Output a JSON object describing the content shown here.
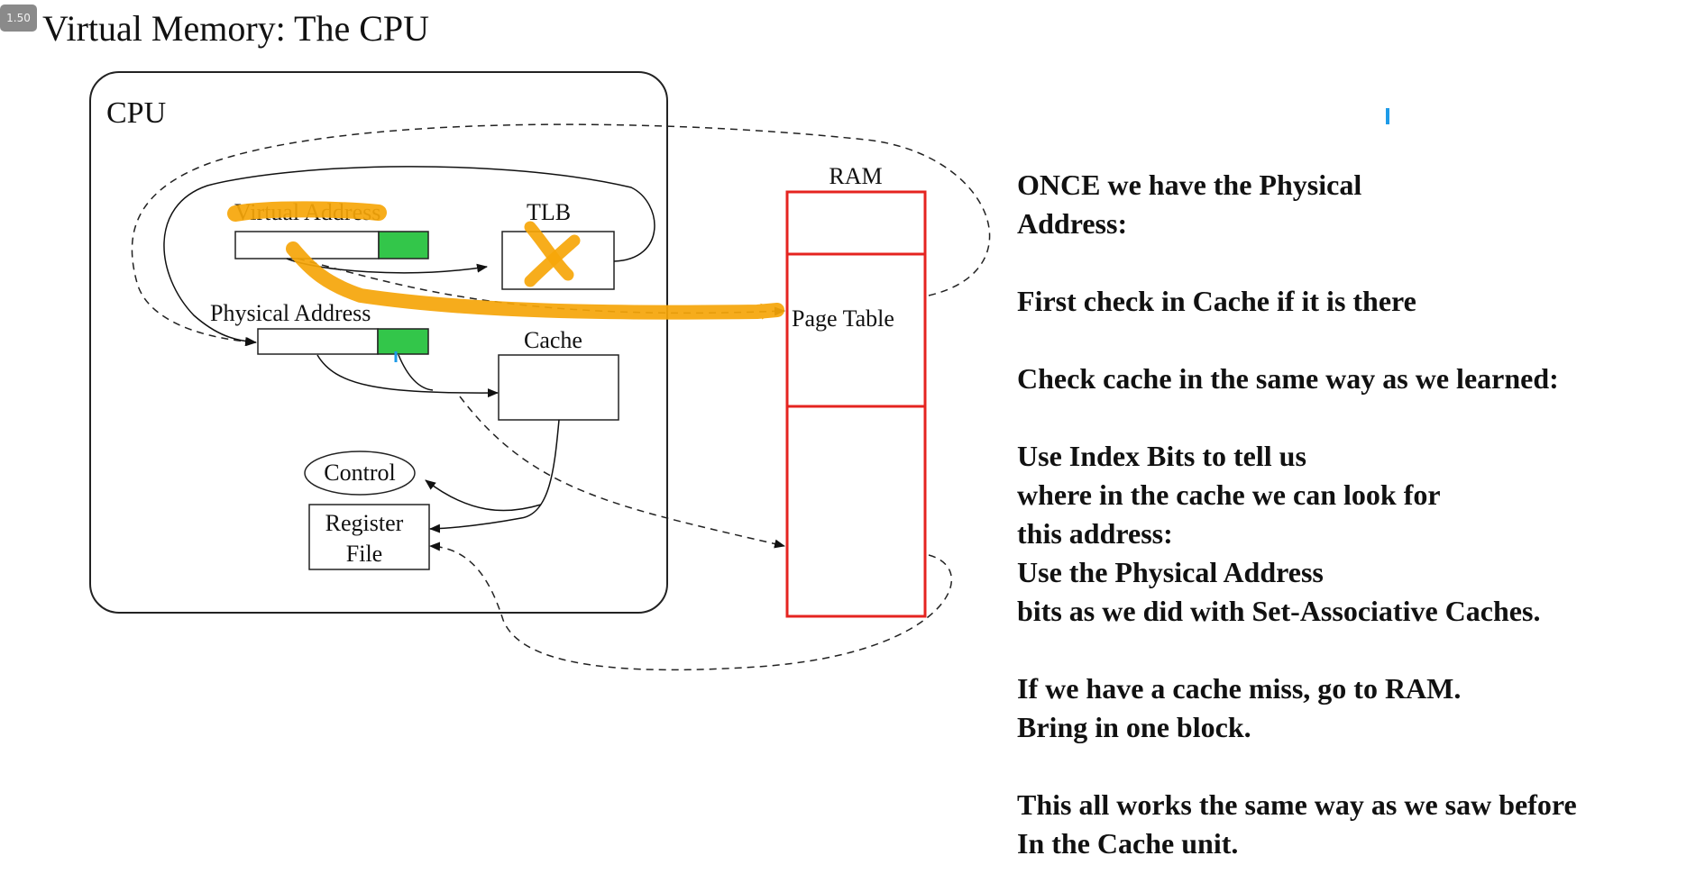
{
  "player": {
    "speed": "1.50"
  },
  "title": "Virtual Memory: The CPU",
  "diagram": {
    "cpu_label": "CPU",
    "virtual_address_label": "Virtual Address",
    "tlb_label": "TLB",
    "physical_address_label": "Physical Address",
    "cache_label": "Cache",
    "control_label": "Control",
    "register_file_line1": "Register",
    "register_file_line2": "File",
    "ram_label": "RAM",
    "page_table_label": "Page Table"
  },
  "notes": {
    "p1_line1": "ONCE we have the Physical",
    "p1_line2": "Address:",
    "p2": "First check in Cache if it is there",
    "p3": "Check cache in the same way as we learned:",
    "p4_line1": "Use Index Bits to tell us",
    "p4_line2": "where in the cache we can look for",
    "p4_line3": "this address:",
    "p4_line4": "Use the Physical Address",
    "p4_line5": "bits as we did with Set-Associative Caches.",
    "p5_line1": "If we have a cache miss, go to RAM.",
    "p5_line2": "Bring in one block.",
    "p6_line1": "This all works the same way as we saw before",
    "p6_line2": "In the Cache unit."
  },
  "colors": {
    "ram_border": "#e52420",
    "address_bits_fill": "#33c64a",
    "highlight": "#f6a609",
    "cursor": "#1e9be8"
  }
}
